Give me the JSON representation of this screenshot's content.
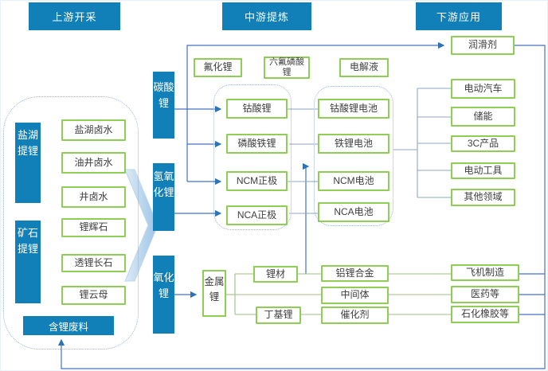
{
  "accent": {
    "header_blue": "#1180b8",
    "node_green_border": "#8fce54",
    "connector_blue": "#4472c4",
    "container_dotted": "#9ab0d6"
  },
  "headers": {
    "upstream": "上游开采",
    "midstream": "中游提炼",
    "downstream": "下游应用"
  },
  "upstream": {
    "groups": [
      {
        "label": "盐湖提锂"
      },
      {
        "label": "矿石提锂"
      }
    ],
    "sources": [
      "盐湖卤水",
      "油井卤水",
      "井卤水",
      "锂辉石",
      "透锂长石",
      "锂云母"
    ],
    "recycle": "含锂废料"
  },
  "midstream": {
    "base_chemicals": [
      "碳酸锂",
      "氢氧化锂",
      "氧化锂"
    ],
    "fluoride_chain": [
      "氟化锂",
      "六氟磷酸锂",
      "电解液"
    ],
    "cathodes": [
      "钴酸锂",
      "磷酸铁锂",
      "NCM正极",
      "NCA正极"
    ],
    "batteries": [
      "钴酸锂电池",
      "铁锂电池",
      "NCM电池",
      "NCA电池"
    ],
    "metal": {
      "label": "金属锂",
      "products": [
        "锂材",
        "丁基锂"
      ],
      "derivatives": [
        "铝锂合金",
        "中间体",
        "催化剂"
      ]
    }
  },
  "downstream": {
    "applications": [
      "润滑剂",
      "电动汽车",
      "储能",
      "3C产品",
      "电动工具",
      "其他领域"
    ],
    "end_uses": [
      "飞机制造",
      "医药等",
      "石化橡胶等"
    ]
  }
}
